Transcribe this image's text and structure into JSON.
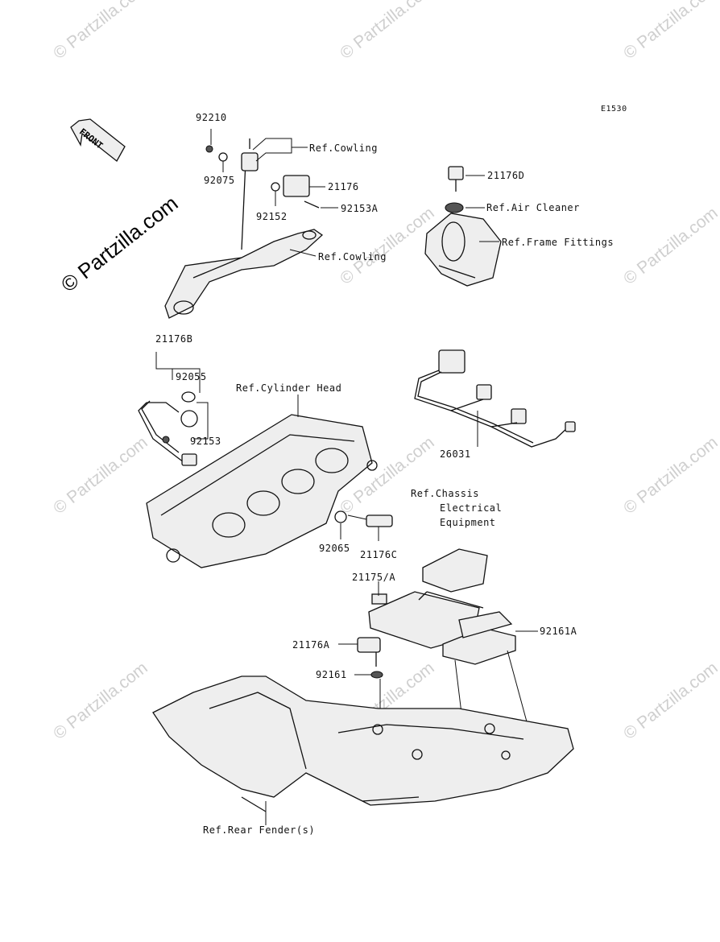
{
  "diagram_id": "E1530",
  "brand": "© Partzilla.com",
  "watermark": "© Partzilla.com",
  "front_arrow": "FRONT",
  "labels": {
    "p92210": "92210",
    "p92075": "92075",
    "ref_cowling_1": "Ref.Cowling",
    "p21176": "21176",
    "p92152": "92152",
    "p92153A": "92153A",
    "ref_cowling_2": "Ref.Cowling",
    "p21176D": "21176D",
    "ref_air_cleaner": "Ref.Air Cleaner",
    "ref_frame_fittings": "Ref.Frame Fittings",
    "p21176B": "21176B",
    "p92055": "92055",
    "ref_cylinder_head": "Ref.Cylinder Head",
    "p92153": "92153",
    "p26031": "26031",
    "ref_chassis": "Ref.Chassis",
    "electrical": "Electrical",
    "equipment": "Equipment",
    "p92065": "92065",
    "p21176C": "21176C",
    "p21175A": "21175/A",
    "p92161A": "92161A",
    "p21176A": "21176A",
    "p92161": "92161",
    "ref_rear_fender": "Ref.Rear Fender(s)"
  }
}
